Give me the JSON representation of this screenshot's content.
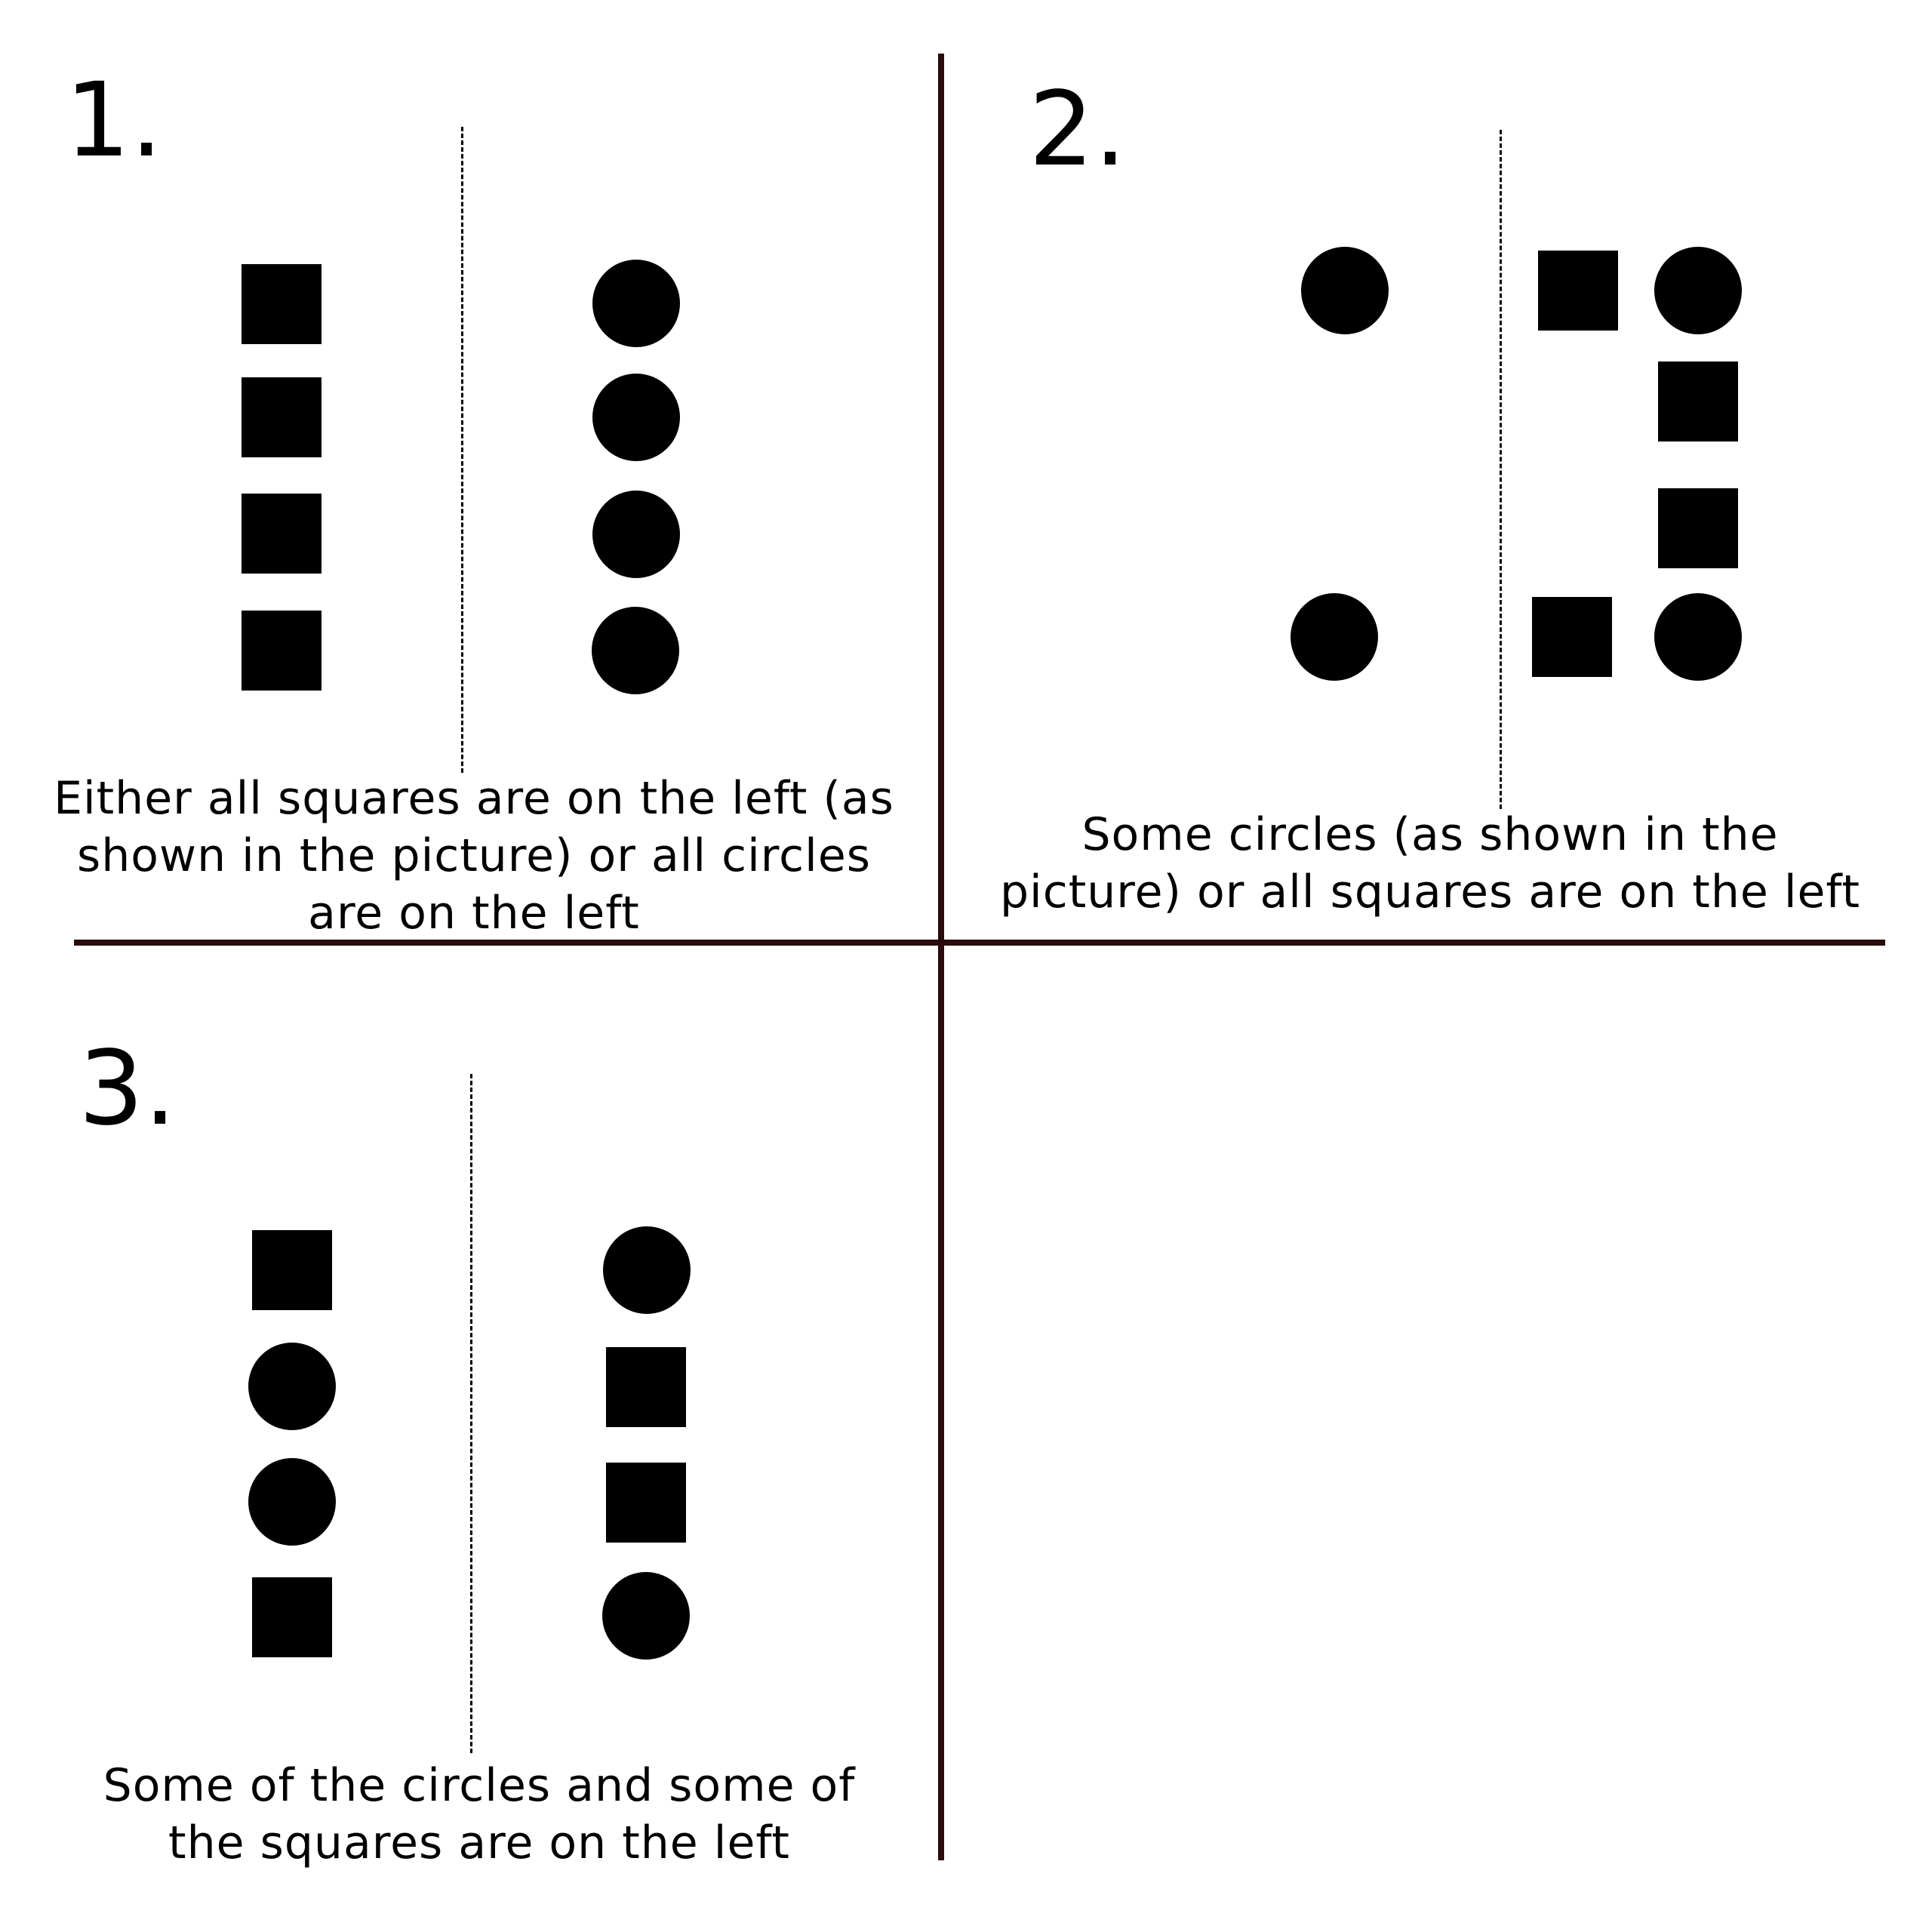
{
  "panels": [
    {
      "number": "1.",
      "caption_lines": [
        "Either all squares are on the left (as",
        "shown in the picture) or all circles",
        "are on the left"
      ],
      "left_side": [
        "square",
        "square",
        "square",
        "square"
      ],
      "right_side": [
        "circle",
        "circle",
        "circle",
        "circle"
      ]
    },
    {
      "number": "2.",
      "caption_lines": [
        "Some circles (as shown in the",
        "picture) or all squares are on the left"
      ],
      "left_side": [
        "circle",
        "circle"
      ],
      "right_side": [
        "square",
        "circle",
        "square",
        "square",
        "square",
        "circle"
      ]
    },
    {
      "number": "3.",
      "caption_lines": [
        "Some of the circles and some of",
        "the squares are on the left"
      ],
      "left_side": [
        "square",
        "circle",
        "circle",
        "square"
      ],
      "right_side": [
        "circle",
        "square",
        "square",
        "circle"
      ]
    }
  ],
  "colors": {
    "shape": "#000000",
    "axis": "#2a0a0a",
    "background": "#ffffff"
  }
}
